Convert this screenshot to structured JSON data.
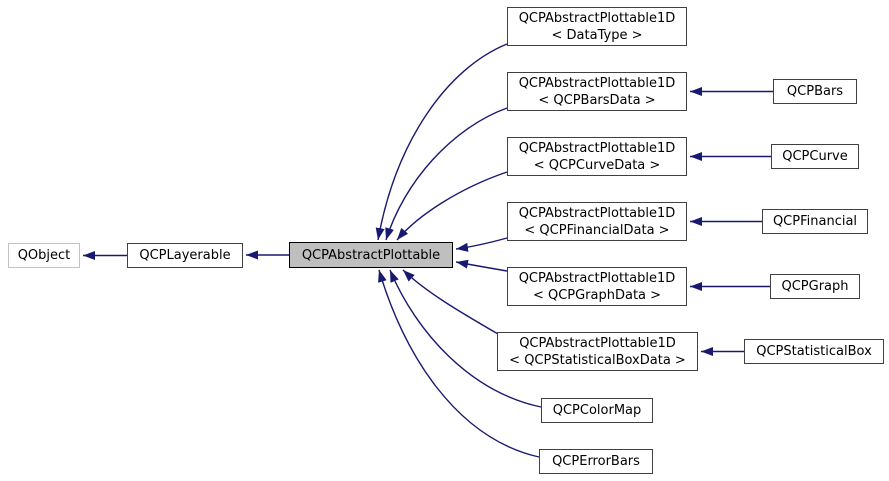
{
  "diagram_type": "class-inheritance-graph",
  "colors": {
    "arrow": "#191970",
    "node_border": "#404040",
    "external_node_border": "#c4c4c4",
    "selected_node_fill": "#bfbfbf",
    "node_fill": "#ffffff",
    "text": "#000000"
  },
  "nodes": {
    "qobject": {
      "label": "QObject"
    },
    "qcplayerable": {
      "label": "QCPLayerable"
    },
    "qcpabstractplottable": {
      "label": "QCPAbstractPlottable"
    },
    "p1d_datatype": {
      "line1": "QCPAbstractPlottable1D",
      "line2": "< DataType >"
    },
    "p1d_bars": {
      "line1": "QCPAbstractPlottable1D",
      "line2": "< QCPBarsData >"
    },
    "p1d_curve": {
      "line1": "QCPAbstractPlottable1D",
      "line2": "< QCPCurveData >"
    },
    "p1d_financial": {
      "line1": "QCPAbstractPlottable1D",
      "line2": "< QCPFinancialData >"
    },
    "p1d_graph": {
      "line1": "QCPAbstractPlottable1D",
      "line2": "< QCPGraphData >"
    },
    "p1d_statbox": {
      "line1": "QCPAbstractPlottable1D",
      "line2": "< QCPStatisticalBoxData >"
    },
    "qcpbars": {
      "label": "QCPBars"
    },
    "qcpcurve": {
      "label": "QCPCurve"
    },
    "qcpfinancial": {
      "label": "QCPFinancial"
    },
    "qcpgraph": {
      "label": "QCPGraph"
    },
    "qcpstatisticalbox": {
      "label": "QCPStatisticalBox"
    },
    "qcpcolormap": {
      "label": "QCPColorMap"
    },
    "qcperrorbars": {
      "label": "QCPErrorBars"
    }
  },
  "edges": [
    {
      "from": "qcplayerable",
      "to": "qobject",
      "relation": "inherits"
    },
    {
      "from": "qcpabstractplottable",
      "to": "qcplayerable",
      "relation": "inherits"
    },
    {
      "from": "p1d_datatype",
      "to": "qcpabstractplottable",
      "relation": "inherits"
    },
    {
      "from": "p1d_bars",
      "to": "qcpabstractplottable",
      "relation": "inherits"
    },
    {
      "from": "p1d_curve",
      "to": "qcpabstractplottable",
      "relation": "inherits"
    },
    {
      "from": "p1d_financial",
      "to": "qcpabstractplottable",
      "relation": "inherits"
    },
    {
      "from": "p1d_graph",
      "to": "qcpabstractplottable",
      "relation": "inherits"
    },
    {
      "from": "p1d_statbox",
      "to": "qcpabstractplottable",
      "relation": "inherits"
    },
    {
      "from": "qcpcolormap",
      "to": "qcpabstractplottable",
      "relation": "inherits"
    },
    {
      "from": "qcperrorbars",
      "to": "qcpabstractplottable",
      "relation": "inherits"
    },
    {
      "from": "qcpbars",
      "to": "p1d_bars",
      "relation": "inherits"
    },
    {
      "from": "qcpcurve",
      "to": "p1d_curve",
      "relation": "inherits"
    },
    {
      "from": "qcpfinancial",
      "to": "p1d_financial",
      "relation": "inherits"
    },
    {
      "from": "qcpgraph",
      "to": "p1d_graph",
      "relation": "inherits"
    },
    {
      "from": "qcpstatisticalbox",
      "to": "p1d_statbox",
      "relation": "inherits"
    }
  ]
}
